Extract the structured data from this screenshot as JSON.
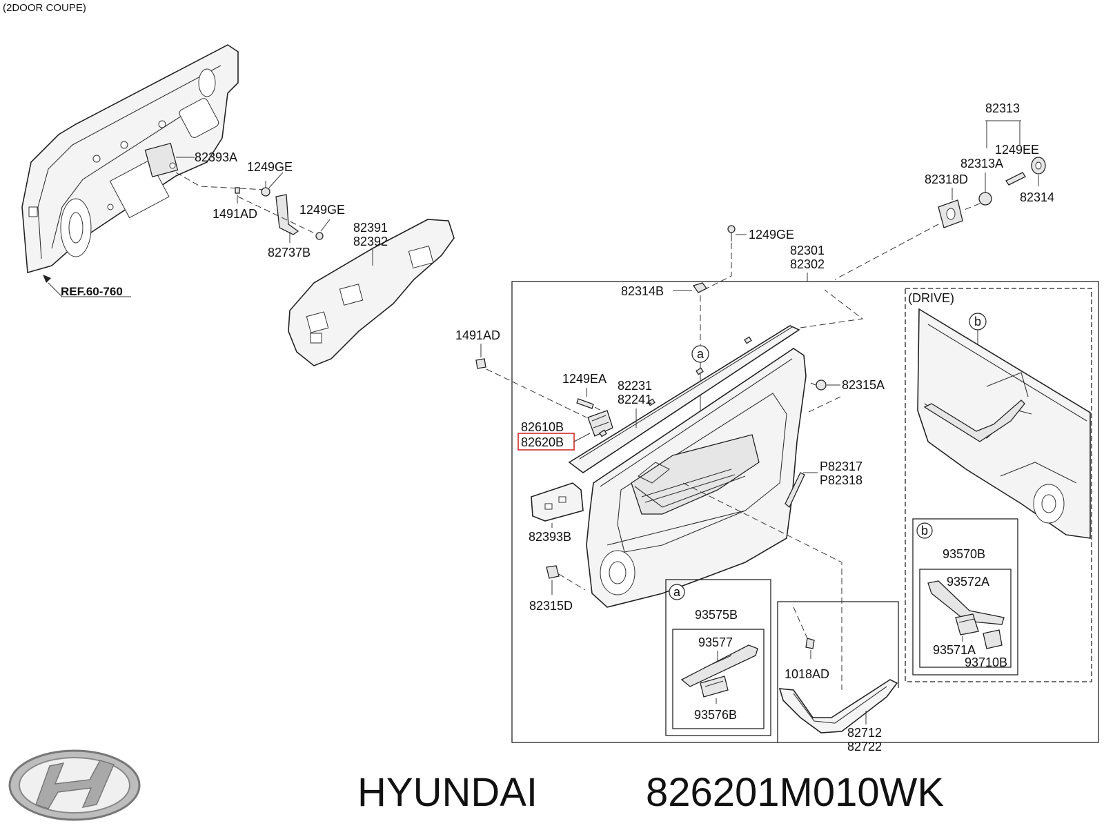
{
  "header": {
    "variant_note": "(2DOOR COUPE)"
  },
  "reference": {
    "text": "REF.60-760"
  },
  "labels": {
    "p82393A": "82393A",
    "p1249GE_a": "1249GE",
    "p1491AD_a": "1491AD",
    "p1249GE_b": "1249GE",
    "p82737B": "82737B",
    "p82391": "82391",
    "p82392": "82392",
    "p82313": "82313",
    "p1249EE": "1249EE",
    "p82313A": "82313A",
    "p82318D": "82318D",
    "p82314": "82314",
    "p1249GE_c": "1249GE",
    "p82301": "82301",
    "p82302": "82302",
    "p82314B": "82314B",
    "p1491AD_b": "1491AD",
    "p1249EA": "1249EA",
    "p82231": "82231",
    "p82241": "82241",
    "p82610B": "82610B",
    "p82620B": "82620B",
    "p82315A": "82315A",
    "pP82317": "P82317",
    "pP82318": "P82318",
    "p82393B": "82393B",
    "p82315D": "82315D",
    "p1018AD": "1018AD",
    "p82712": "82712",
    "p82722": "82722",
    "p93575B": "93575B",
    "p93577": "93577",
    "p93576B": "93576B",
    "drive": "(DRIVE)",
    "p93570B": "93570B",
    "p93572A": "93572A",
    "p93571A": "93571A",
    "p93710B": "93710B",
    "callout_a1": "a",
    "callout_a2": "a",
    "callout_b1": "b",
    "callout_b2": "b"
  },
  "highlighted_part": "82620B",
  "footer": {
    "brand": "HYUNDAI",
    "part_number": "826201M010WK"
  },
  "colors": {
    "highlight": "#d12a2a",
    "line": "#222222"
  }
}
